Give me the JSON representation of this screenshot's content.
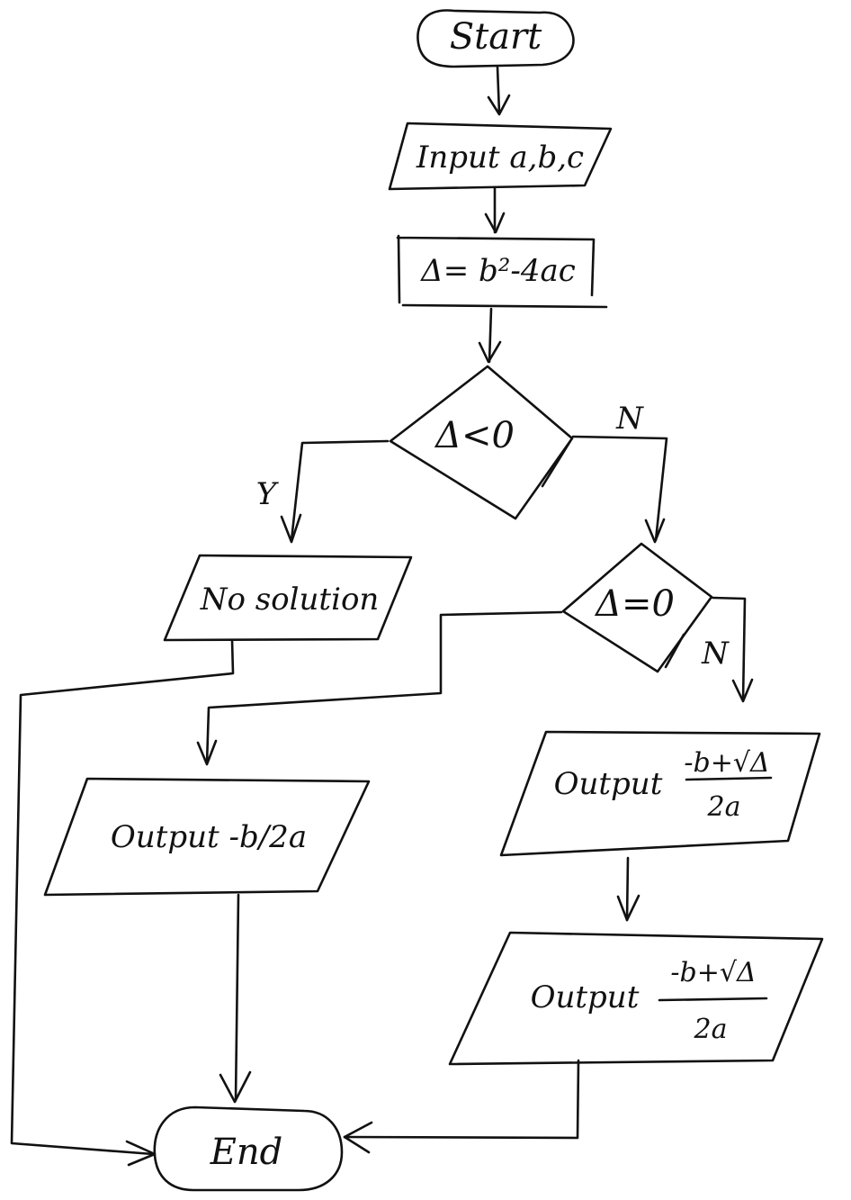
{
  "nodes": {
    "start": {
      "label": "Start"
    },
    "input": {
      "label": "Input a,b,c"
    },
    "compute": {
      "label": "Δ= b²-4ac"
    },
    "decision1": {
      "label": "Δ<0"
    },
    "decision2": {
      "label": "Δ=0"
    },
    "no_solution": {
      "label": "No solution"
    },
    "output_single": {
      "label": "Output -b/2a"
    },
    "output_plus": {
      "prefix": "Output",
      "numerator": "-b+√Δ",
      "denominator": "2a"
    },
    "output_minus": {
      "prefix": "Output",
      "numerator": "-b+√Δ",
      "denominator": "2a"
    },
    "end": {
      "label": "End"
    }
  },
  "edge_labels": {
    "d1_yes": "Y",
    "d1_no": "N",
    "d2_no": "N"
  }
}
